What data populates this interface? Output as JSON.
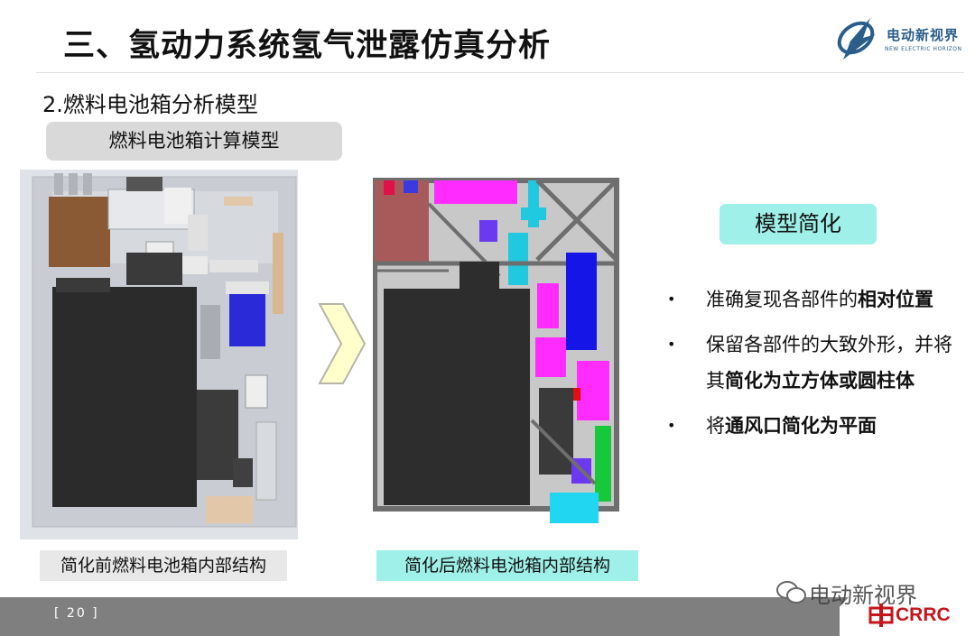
{
  "title": "三、氢动力系统氢气泄露仿真分析",
  "logo": {
    "cn": "电动新视界",
    "en": "NEW ELECTRIC HORIZON"
  },
  "section_heading": "2.燃料电池箱分析模型",
  "calc_model_label": "燃料电池箱计算模型",
  "caption_before": "简化前燃料电池箱内部结构",
  "caption_after": "简化后燃料电池箱内部结构",
  "model_simplify_label": "模型简化",
  "bullets": [
    {
      "pre": "准确复现各部件的",
      "bold": "相对位置",
      "post": ""
    },
    {
      "pre": "保留各部件的大致外形，并将其",
      "bold": "简化为立方体或圆柱体",
      "post": ""
    },
    {
      "pre": "将",
      "bold": "通风口简化为平面",
      "post": ""
    }
  ],
  "page_number": "[ 20 ]",
  "watermark": "电动新视界",
  "crrc": "CRRC",
  "colors": {
    "cyan_tag": "#9ef0e8",
    "footer_gray": "#7f7f7f",
    "crrc_red": "#c4161c",
    "logo_blue": "#2a5d8a"
  }
}
